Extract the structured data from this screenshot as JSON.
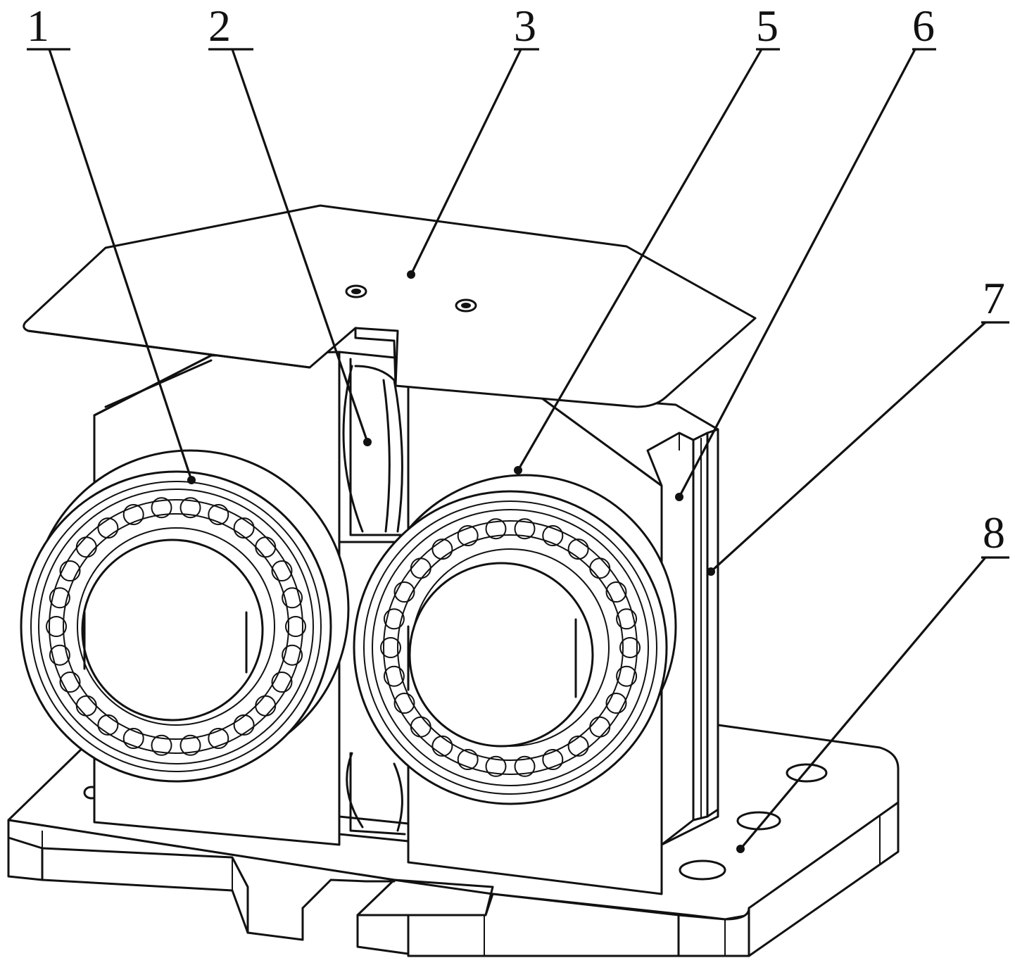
{
  "callouts": [
    {
      "label": "1"
    },
    {
      "label": "2"
    },
    {
      "label": "3"
    },
    {
      "label": "5"
    },
    {
      "label": "6"
    },
    {
      "label": "7"
    },
    {
      "label": "8"
    }
  ]
}
